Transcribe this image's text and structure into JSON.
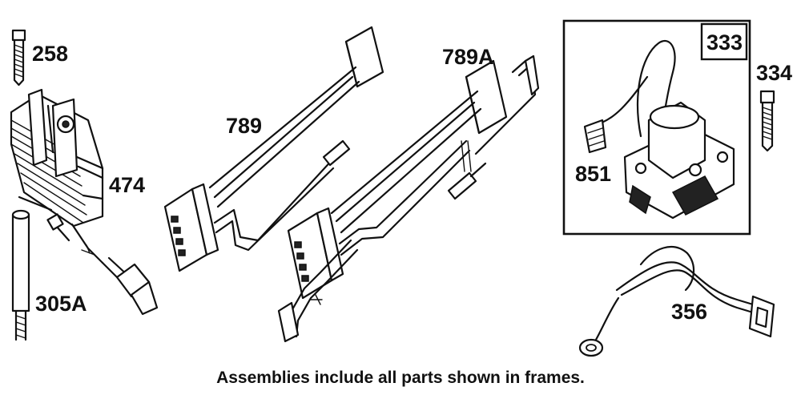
{
  "parts": {
    "p258": "258",
    "p474": "474",
    "p305A": "305A",
    "p789": "789",
    "p789A": "789A",
    "p333": "333",
    "p334": "334",
    "p851": "851",
    "p356": "356"
  },
  "caption": "Assemblies include all parts shown in frames."
}
